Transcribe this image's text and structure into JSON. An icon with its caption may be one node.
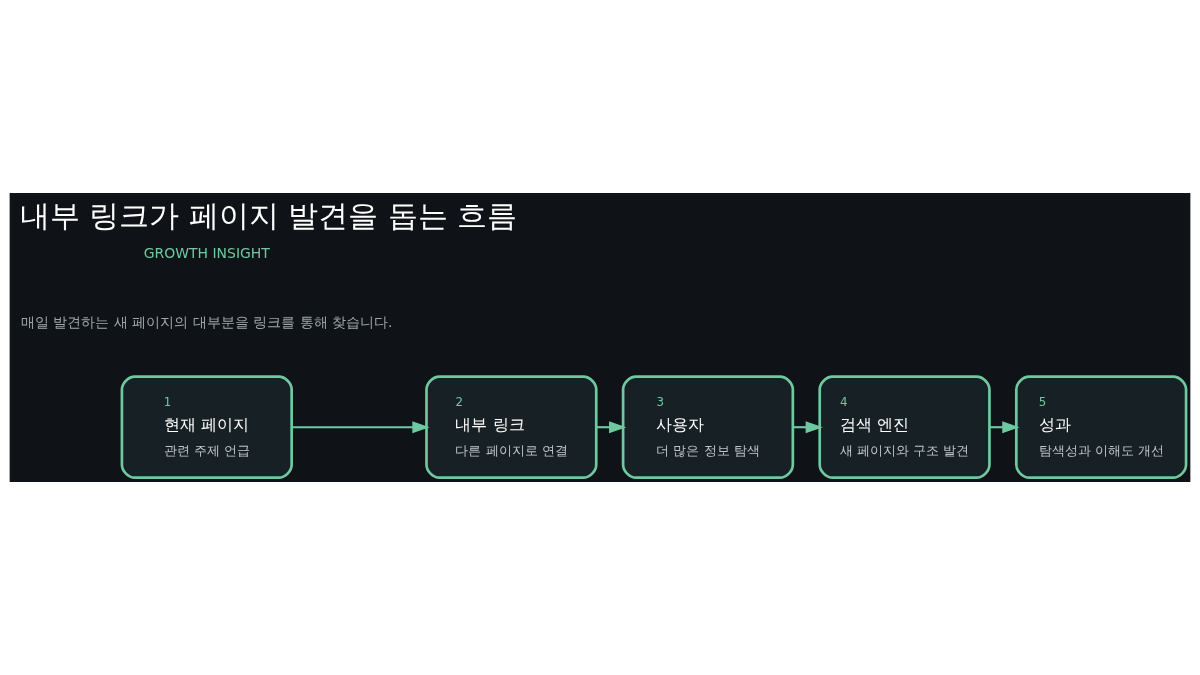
{
  "diagram": {
    "title": "내부 링크가 페이지 발견을 돕는 흐름",
    "nodes": [
      {
        "text": [
          "1",
          "현재 페이지",
          "관련 주제 언급"
        ]
      },
      {
        "text": [
          "2",
          "내부 링크",
          "다른 페이지로 연결"
        ]
      },
      {
        "text": [
          "3",
          "사용자",
          "더 많은 정보 탐색"
        ]
      },
      {
        "text": [
          "4",
          "검색 엔진",
          "새 페이지와 구조 발견"
        ]
      },
      {
        "text": [
          "5",
          "성과",
          "탐색성과 이해도 개선"
        ]
      }
    ],
    "edges": [
      {
        "from": 0,
        "to": 1,
        "arrow": "to"
      },
      {
        "from": 1,
        "to": 2,
        "arrow": "to"
      },
      {
        "from": 2,
        "to": 3,
        "arrow": "to"
      },
      {
        "from": 3,
        "to": 4,
        "arrow": "to"
      }
    ],
    "labels": [
      "GROWTH INSIGHT",
      "매일 발견하는 새 페이지의 대부분을 링크를 통해 찾습니다."
    ]
  }
}
